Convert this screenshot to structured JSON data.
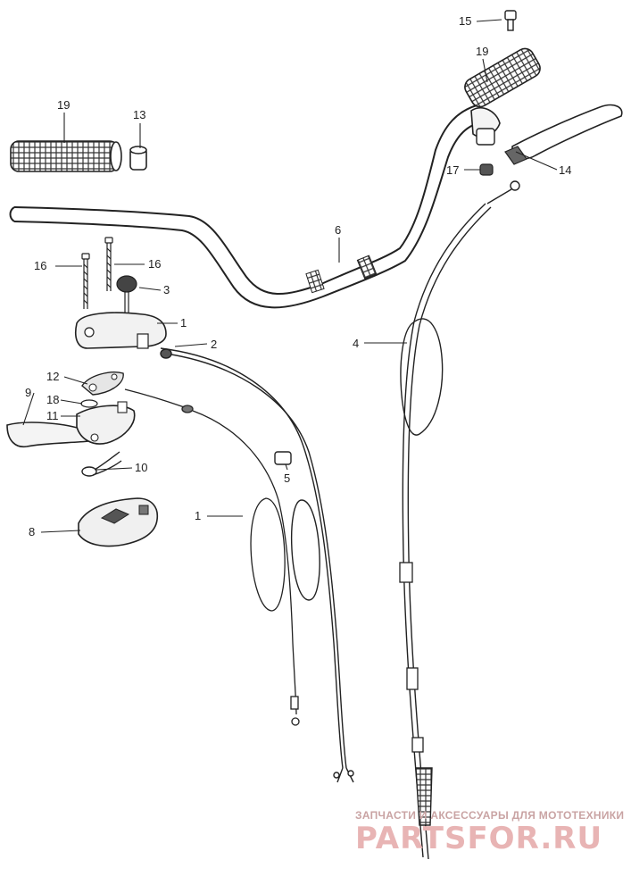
{
  "callouts": {
    "c15": "15",
    "c19_right": "19",
    "c19_left": "19",
    "c13": "13",
    "c17": "17",
    "c14": "14",
    "c6": "6",
    "c16_left": "16",
    "c16_right": "16",
    "c3": "3",
    "c1_top": "1",
    "c2": "2",
    "c4": "4",
    "c12": "12",
    "c9": "9",
    "c18": "18",
    "c11": "11",
    "c10": "10",
    "c5": "5",
    "c1_bottom": "1",
    "c8": "8"
  },
  "watermark": {
    "tagline": "ЗАПЧАСТИ И АКСЕССУАРЫ ДЛЯ МОТОТЕХНИКИ",
    "brand": "PARTSFOR.RU",
    "color": "#e8b4b4"
  }
}
